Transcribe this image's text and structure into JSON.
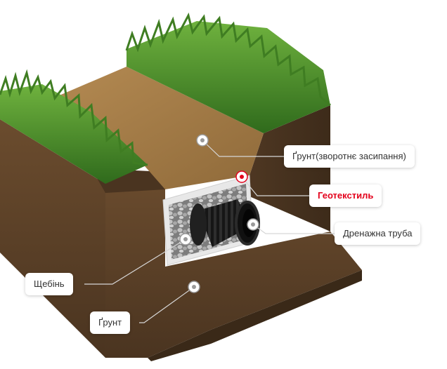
{
  "labels": {
    "backfill": "Ґрунт(зворотнє засипання)",
    "geotextile": "Геотекстиль",
    "drain_pipe": "Дренажна труба",
    "gravel": "Щебінь",
    "soil": "Ґрунт"
  },
  "colors": {
    "highlight": "#e3001b",
    "leader_line": "#d6d6d6",
    "marker": "#9a9a9a",
    "grass": "#4f8a2b",
    "soil": "#5a4128",
    "backfill": "#a07a45",
    "pipe": "#1c1c1c",
    "gravel": "#9e9e9e",
    "geotextile": "#e8e8e8"
  }
}
